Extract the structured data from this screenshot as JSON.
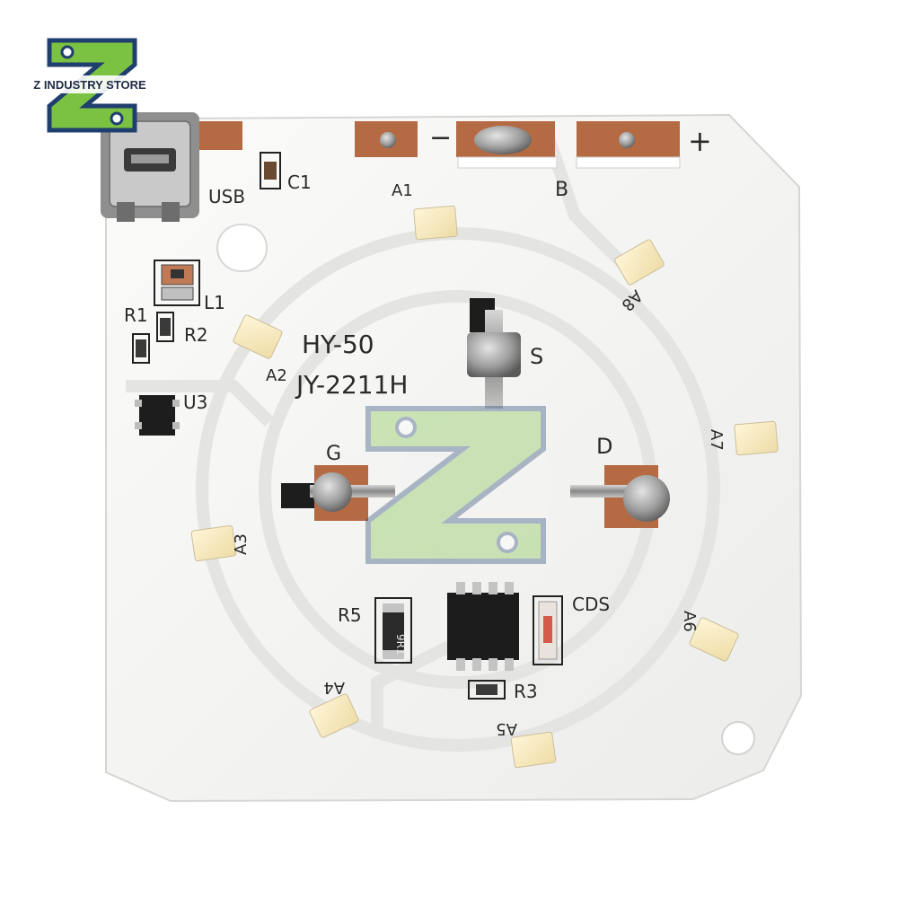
{
  "brand": {
    "store_name": "Z INDUSTRY STORE",
    "primary_color": "#7cc242",
    "secondary_color": "#1f3f6e"
  },
  "board": {
    "board_model": "HY-50",
    "board_part": "JY-2211H",
    "pad_minus": "−",
    "pad_b": "B",
    "pad_plus": "+",
    "usb_label": "USB",
    "c1_label": "C1",
    "l1_label": "L1",
    "r1_label": "R1",
    "r2_label": "R2",
    "u3_label": "U3",
    "r3_label": "R3",
    "r5_label": "R5",
    "r5_marking": "9R1",
    "cds_label": "CDS",
    "mosfet_g": "G",
    "mosfet_s": "S",
    "mosfet_d": "D",
    "leds": [
      "A1",
      "A2",
      "A3",
      "A4",
      "A5",
      "A6",
      "A7",
      "A8"
    ],
    "colors": {
      "substrate": "#f7f7f6",
      "copper": "#b46b44",
      "led": "#f4e7c0",
      "solder": "#a8a8a8"
    }
  }
}
